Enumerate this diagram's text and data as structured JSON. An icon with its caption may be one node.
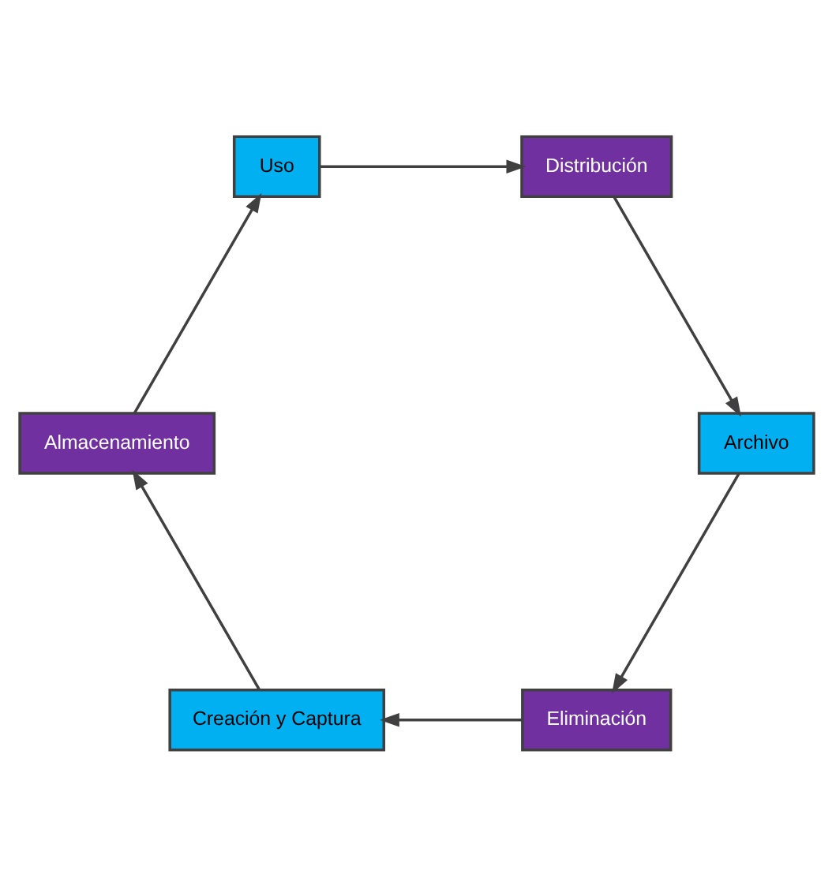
{
  "diagram": {
    "nodes": [
      {
        "text": [
          "Eliminación"
        ]
      },
      {
        "text": [
          "Creación y Captura"
        ]
      },
      {
        "text": [
          "Archivo"
        ]
      },
      {
        "text": [
          "Almacenamiento"
        ]
      },
      {
        "text": [
          "Distribución"
        ]
      },
      {
        "text": [
          "Uso"
        ]
      }
    ],
    "edges": [
      {
        "from": 1,
        "to": 3,
        "arrow": "to"
      },
      {
        "from": 3,
        "to": 5,
        "arrow": "to"
      },
      {
        "from": 5,
        "to": 4,
        "arrow": "to"
      },
      {
        "from": 4,
        "to": 2,
        "arrow": "to"
      },
      {
        "from": 2,
        "to": 0,
        "arrow": "to"
      },
      {
        "from": 0,
        "to": 1,
        "arrow": "to"
      }
    ]
  }
}
